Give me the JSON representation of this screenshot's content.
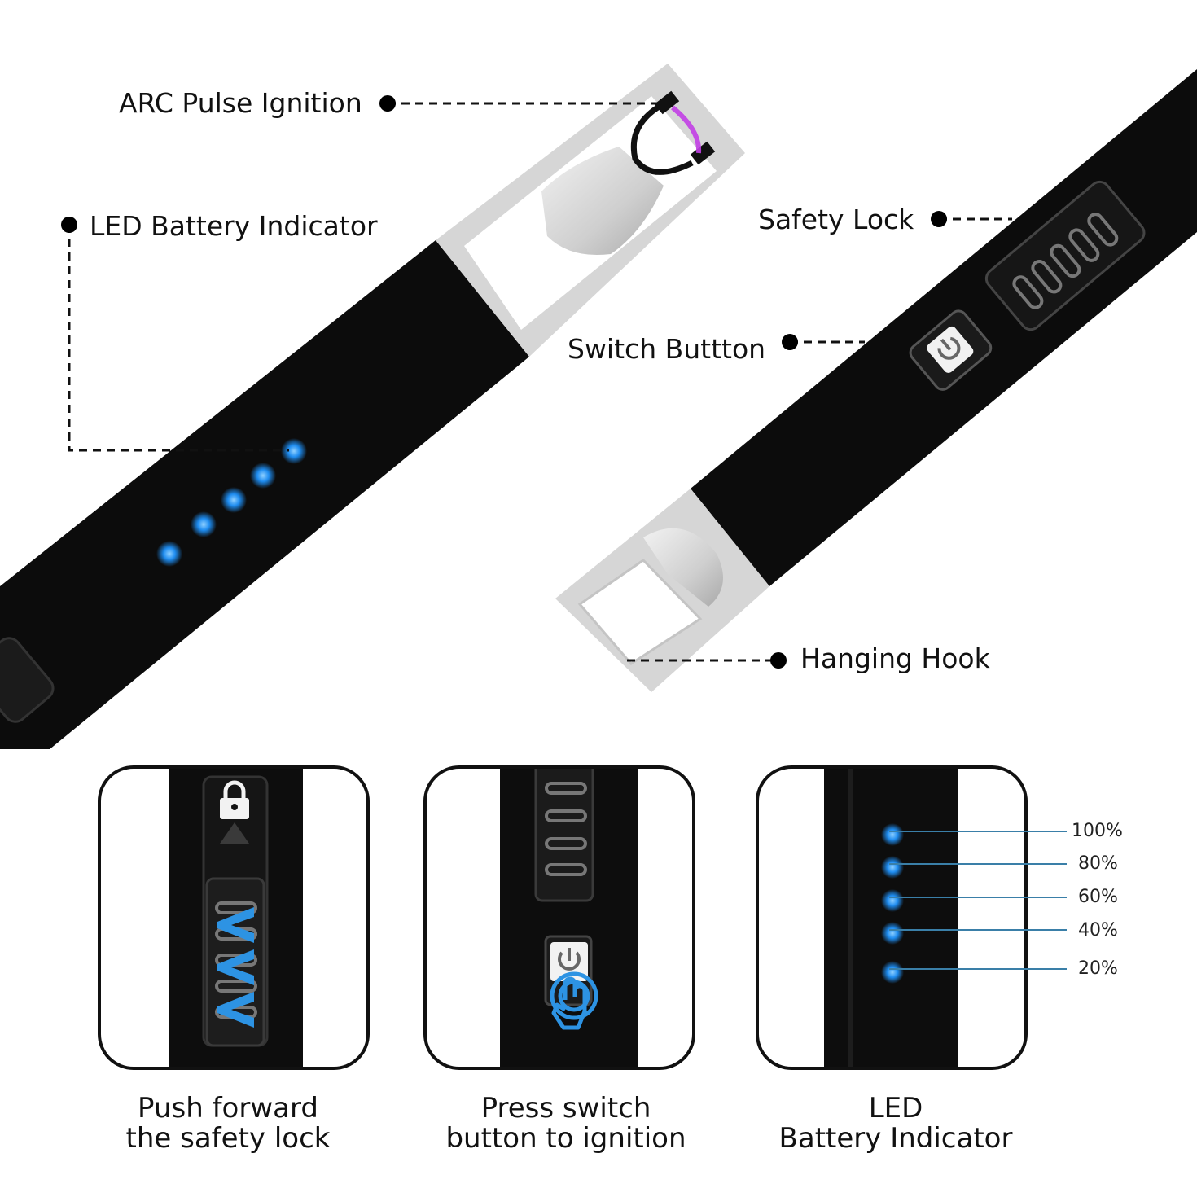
{
  "callouts": {
    "arc_pulse_ignition": "ARC Pulse Ignition",
    "led_battery_indicator": "LED Battery Indicator",
    "safety_lock": "Safety Lock",
    "switch_button": "Switch Buttton",
    "hanging_hook": "Hanging Hook"
  },
  "panels": [
    {
      "line1": "Push forward",
      "line2": "the safety lock"
    },
    {
      "line1": "Press switch",
      "line2": "button to ignition"
    },
    {
      "line1": "LED",
      "line2": "Battery Indicator"
    }
  ],
  "battery_levels": [
    "100%",
    "80%",
    "60%",
    "40%",
    "20%"
  ],
  "colors": {
    "lighter_body": "#0c0c0c",
    "metal": "#d8d8d8",
    "led_blue": "#1e8cf0",
    "arc": "#c23fe6",
    "hint_blue": "#2d93e3"
  }
}
